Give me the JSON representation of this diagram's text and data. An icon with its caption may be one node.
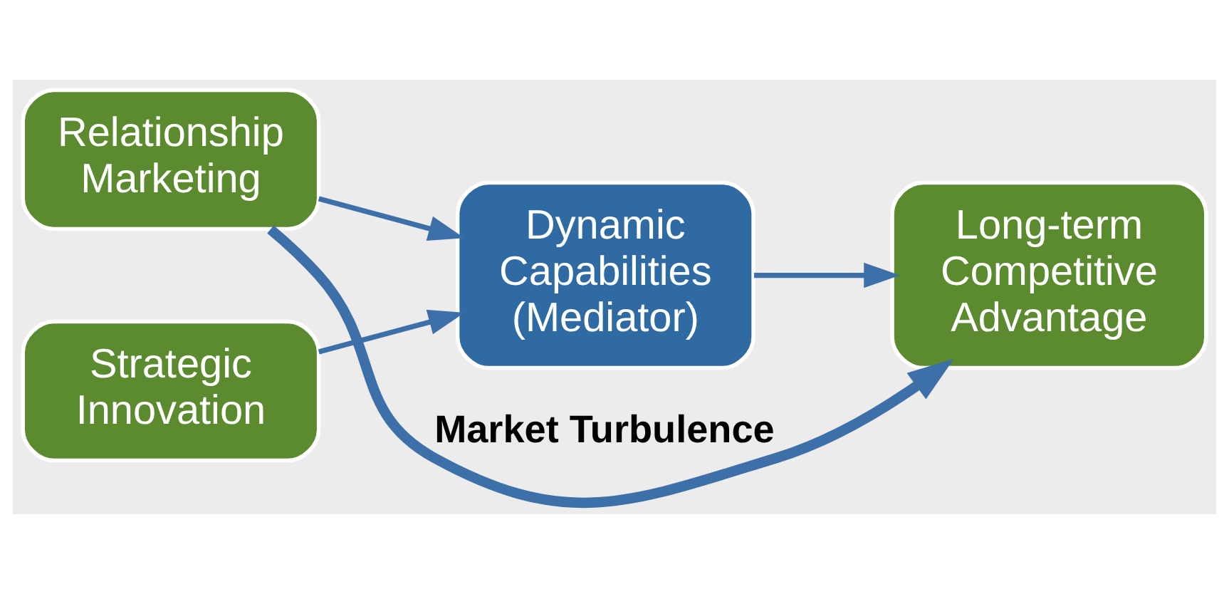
{
  "diagram": {
    "nodes": [
      {
        "text": [
          "Relationship Marketing"
        ]
      },
      {
        "text": [
          "Strategic Innovation"
        ]
      },
      {
        "text": [
          "Dynamic Capabilities (Mediator)"
        ]
      },
      {
        "text": [
          "Long-term Competitive Advantage"
        ]
      }
    ],
    "edges": [
      {
        "from": 0,
        "to": 3,
        "arrow": "to",
        "label": "Market Turbulence",
        "style": "thick"
      },
      {
        "from": 0,
        "to": 2,
        "arrow": "to"
      },
      {
        "from": 1,
        "to": 2,
        "arrow": "to"
      },
      {
        "from": 2,
        "to": 3,
        "arrow": "to"
      }
    ]
  }
}
